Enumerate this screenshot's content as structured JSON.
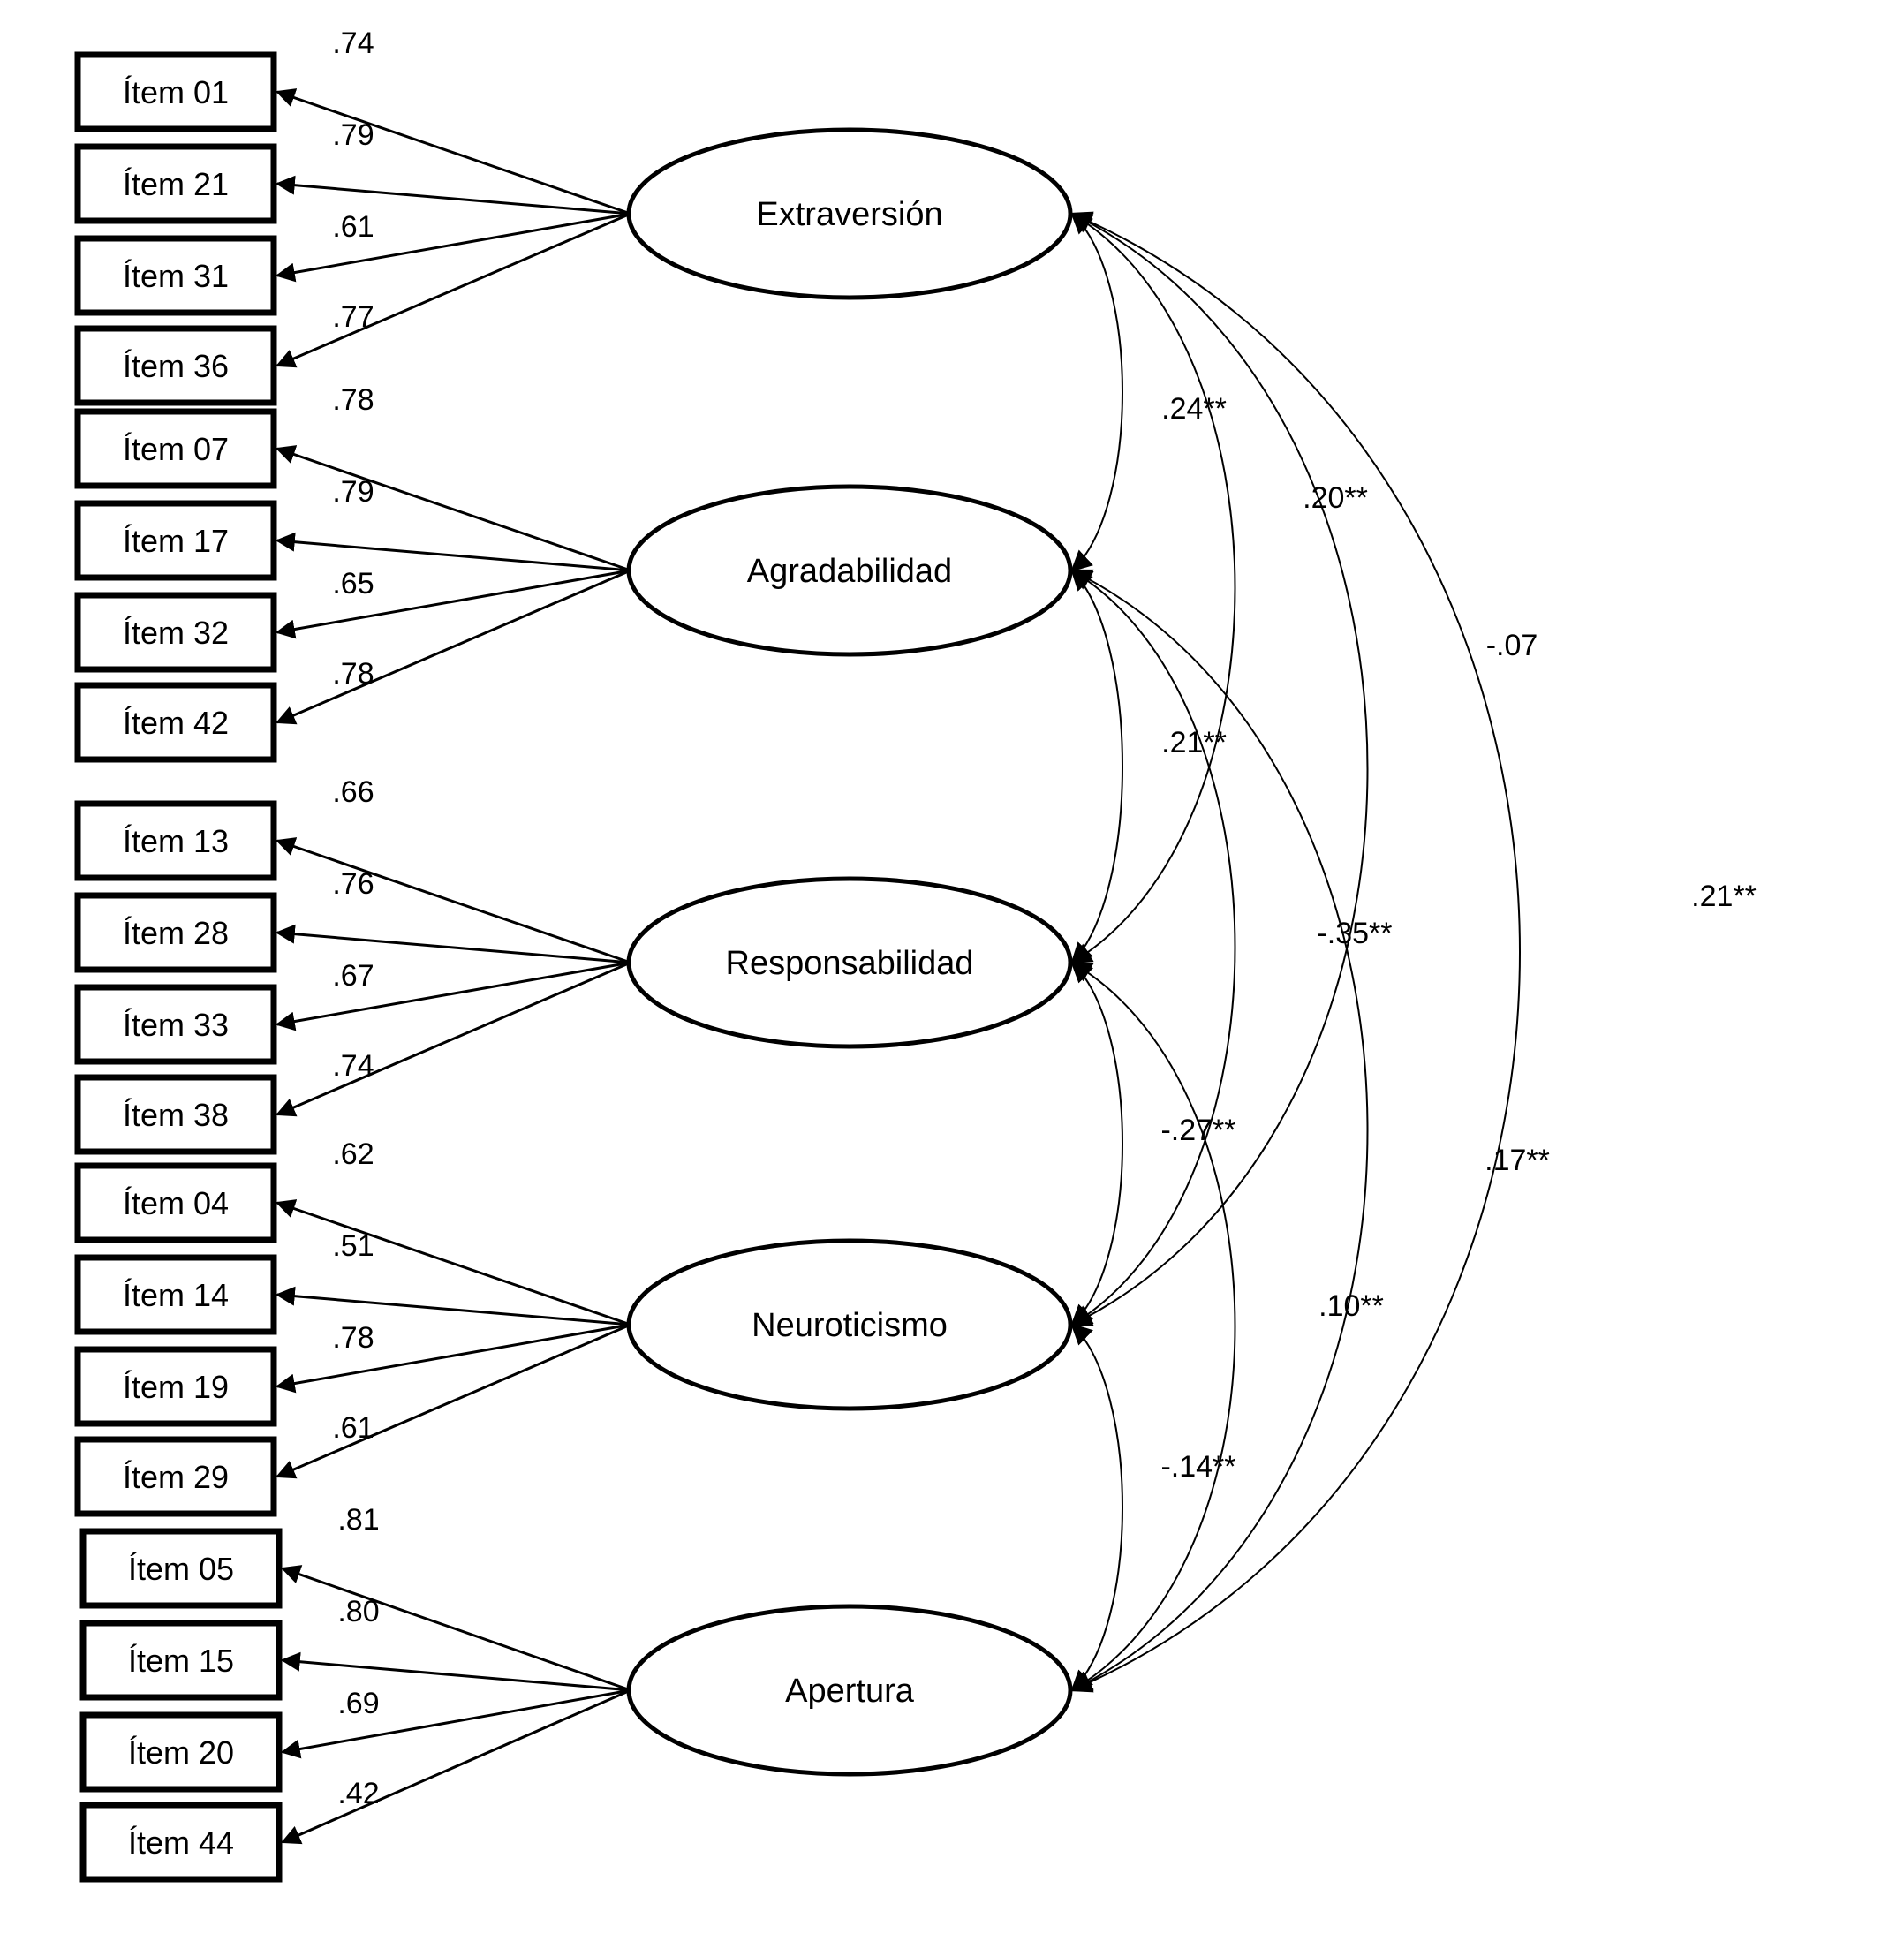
{
  "factors": [
    {
      "name": "Extraversión",
      "items": [
        "Ítem 01",
        "Ítem 21",
        "Ítem 31",
        "Ítem 36"
      ],
      "loadings": [
        ".74",
        ".79",
        ".61",
        ".77"
      ]
    },
    {
      "name": "Agradabilidad",
      "items": [
        "Ítem 07",
        "Ítem 17",
        "Ítem 32",
        "Ítem 42"
      ],
      "loadings": [
        ".78",
        ".79",
        ".65",
        ".78"
      ]
    },
    {
      "name": "Responsabilidad",
      "items": [
        "Ítem 13",
        "Ítem 28",
        "Ítem 33",
        "Ítem 38"
      ],
      "loadings": [
        ".66",
        ".76",
        ".67",
        ".74"
      ]
    },
    {
      "name": "Neuroticismo",
      "items": [
        "Ítem 04",
        "Ítem 14",
        "Ítem 19",
        "Ítem 29"
      ],
      "loadings": [
        ".62",
        ".51",
        ".78",
        ".61"
      ]
    },
    {
      "name": "Apertura",
      "items": [
        "Ítem 05",
        "Ítem 15",
        "Ítem 20",
        "Ítem 44"
      ],
      "loadings": [
        ".81",
        ".80",
        ".69",
        ".42"
      ]
    }
  ],
  "correlations": [
    {
      "from": "Extraversión",
      "to": "Agradabilidad",
      "value": ".24**"
    },
    {
      "from": "Extraversión",
      "to": "Responsabilidad",
      "value": ".20**"
    },
    {
      "from": "Extraversión",
      "to": "Neuroticismo",
      "value": "-.07"
    },
    {
      "from": "Extraversión",
      "to": "Apertura",
      "value": ".21**"
    },
    {
      "from": "Agradabilidad",
      "to": "Responsabilidad",
      "value": ".21**"
    },
    {
      "from": "Agradabilidad",
      "to": "Neuroticismo",
      "value": "-.35**"
    },
    {
      "from": "Agradabilidad",
      "to": "Apertura",
      "value": ".17**"
    },
    {
      "from": "Responsabilidad",
      "to": "Neuroticismo",
      "value": "-.27**"
    },
    {
      "from": "Responsabilidad",
      "to": "Apertura",
      "value": ".10**"
    },
    {
      "from": "Neuroticismo",
      "to": "Apertura",
      "value": "-.14**"
    }
  ]
}
